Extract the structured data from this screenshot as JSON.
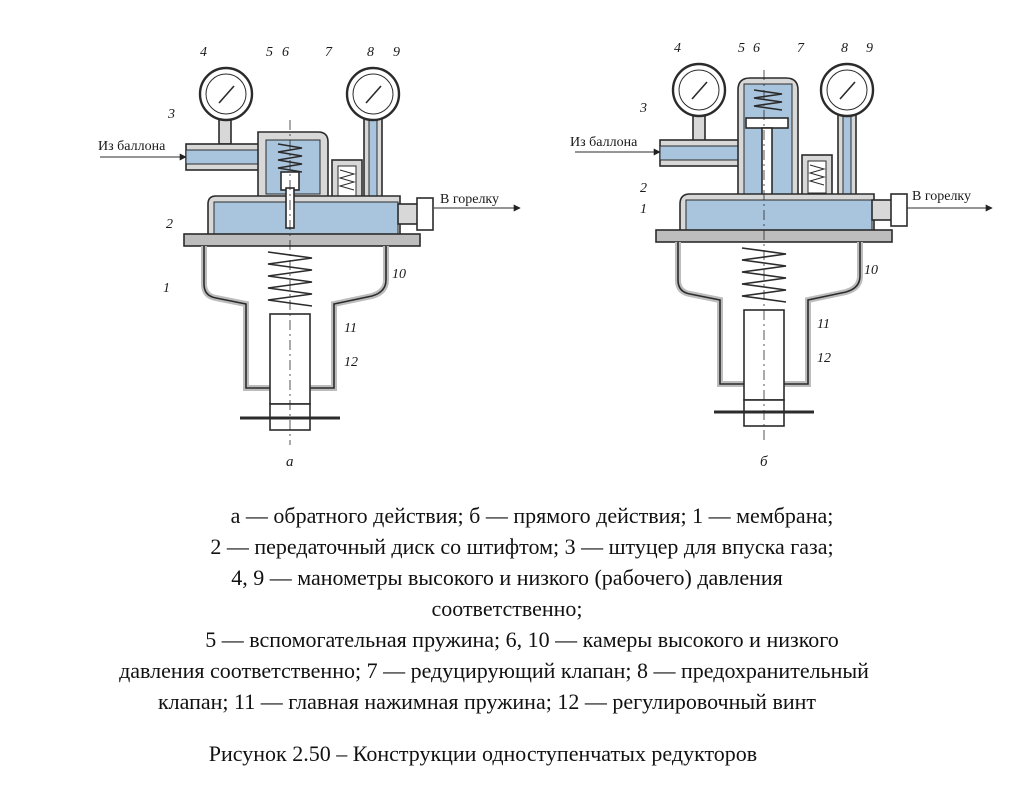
{
  "figure": {
    "flow_in_label": "Из баллона",
    "flow_out_label": "В горелку",
    "part_numbers": [
      "1",
      "2",
      "3",
      "4",
      "5",
      "6",
      "7",
      "8",
      "9",
      "10",
      "11",
      "12"
    ],
    "sublabels": {
      "a": "а",
      "b": "б"
    },
    "colors": {
      "gas": "#a9c4dd",
      "body": "#d8d8d8",
      "line": "#2b2b2b"
    }
  },
  "legend": {
    "lines": [
      "а — обратного действия; б — прямого действия; 1 — мембрана;",
      "2 — передаточный диск со штифтом; 3 — штуцер для впуска газа;",
      "4, 9 — манометры высокого и низкого (рабочего) давления",
      "соответственно;",
      "5 — вспомогательная пружина; 6, 10 — камеры высокого и низкого",
      "давления соответственно; 7 — редуцирующий клапан; 8 — предохранительный",
      "клапан; 11 — главная нажимная пружина; 12 — регулировочный винт"
    ]
  },
  "caption": "Рисунок 2.50 – Конструкции одноступенчатых редукторов"
}
